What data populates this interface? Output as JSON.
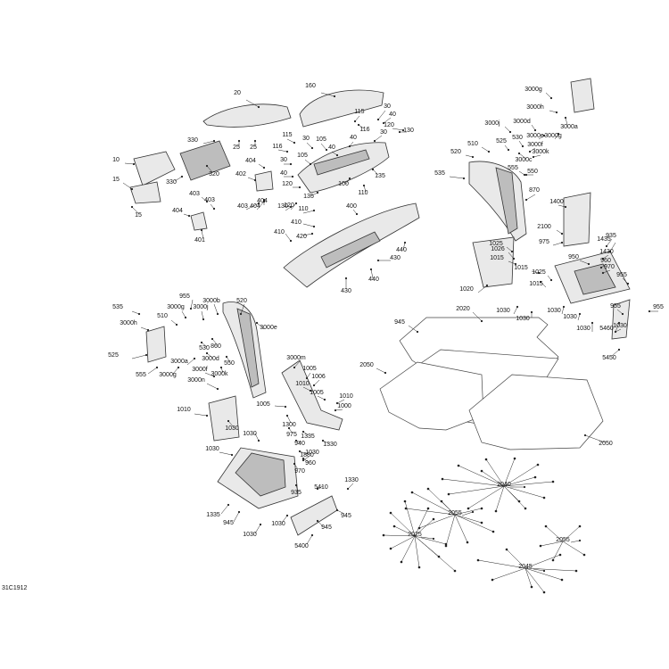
{
  "document_id": "31C1912",
  "labels": [
    {
      "t": "20"
    },
    {
      "t": "160"
    },
    {
      "t": "30"
    },
    {
      "t": "40"
    },
    {
      "t": "115"
    },
    {
      "t": "116"
    },
    {
      "t": "30"
    },
    {
      "t": "120"
    },
    {
      "t": "130"
    },
    {
      "t": "330"
    },
    {
      "t": "25"
    },
    {
      "t": "25"
    },
    {
      "t": "115"
    },
    {
      "t": "116"
    },
    {
      "t": "30"
    },
    {
      "t": "105"
    },
    {
      "t": "40"
    },
    {
      "t": "40"
    },
    {
      "t": "10"
    },
    {
      "t": "320"
    },
    {
      "t": "404"
    },
    {
      "t": "30"
    },
    {
      "t": "105"
    },
    {
      "t": "40"
    },
    {
      "t": "135"
    },
    {
      "t": "15"
    },
    {
      "t": "330"
    },
    {
      "t": "402"
    },
    {
      "t": "100"
    },
    {
      "t": "110"
    },
    {
      "t": "120"
    },
    {
      "t": "135"
    },
    {
      "t": "403"
    },
    {
      "t": "403"
    },
    {
      "t": "404"
    },
    {
      "t": "130"
    },
    {
      "t": "120"
    },
    {
      "t": "110"
    },
    {
      "t": "404"
    },
    {
      "t": "15"
    },
    {
      "t": "400"
    },
    {
      "t": "403"
    },
    {
      "t": "404"
    },
    {
      "t": "401"
    },
    {
      "t": "410"
    },
    {
      "t": "420"
    },
    {
      "t": "410"
    },
    {
      "t": "440"
    },
    {
      "t": "430"
    },
    {
      "t": "440"
    },
    {
      "t": "430"
    },
    {
      "t": "3000g"
    },
    {
      "t": "3000h"
    },
    {
      "t": "3000a"
    },
    {
      "t": "3000j"
    },
    {
      "t": "3000d"
    },
    {
      "t": "3000e"
    },
    {
      "t": "3000g"
    },
    {
      "t": "530"
    },
    {
      "t": "525"
    },
    {
      "t": "3000f"
    },
    {
      "t": "510"
    },
    {
      "t": "3000c"
    },
    {
      "t": "3000k"
    },
    {
      "t": "520"
    },
    {
      "t": "555"
    },
    {
      "t": "550"
    },
    {
      "t": "535"
    },
    {
      "t": "870"
    },
    {
      "t": "1400"
    },
    {
      "t": "2100"
    },
    {
      "t": "935"
    },
    {
      "t": "1435"
    },
    {
      "t": "975"
    },
    {
      "t": "1430"
    },
    {
      "t": "1025"
    },
    {
      "t": "1026"
    },
    {
      "t": "960"
    },
    {
      "t": "1015"
    },
    {
      "t": "950"
    },
    {
      "t": "970"
    },
    {
      "t": "1015"
    },
    {
      "t": "1025"
    },
    {
      "t": "955"
    },
    {
      "t": "1015"
    },
    {
      "t": "1020"
    },
    {
      "t": "1030"
    },
    {
      "t": "1030"
    },
    {
      "t": "955"
    },
    {
      "t": "1030"
    },
    {
      "t": "1030"
    },
    {
      "t": "955"
    },
    {
      "t": "1030"
    },
    {
      "t": "1030"
    },
    {
      "t": "5460"
    },
    {
      "t": "5450"
    },
    {
      "t": "955"
    },
    {
      "t": "3000b"
    },
    {
      "t": "520"
    },
    {
      "t": "535"
    },
    {
      "t": "3000g"
    },
    {
      "t": "3000j"
    },
    {
      "t": "510"
    },
    {
      "t": "3000h"
    },
    {
      "t": "3000e"
    },
    {
      "t": "860"
    },
    {
      "t": "530"
    },
    {
      "t": "525"
    },
    {
      "t": "3000a"
    },
    {
      "t": "3000d"
    },
    {
      "t": "550"
    },
    {
      "t": "555"
    },
    {
      "t": "3000g"
    },
    {
      "t": "3000f"
    },
    {
      "t": "3000k"
    },
    {
      "t": "3000n"
    },
    {
      "t": "3000m"
    },
    {
      "t": "1005"
    },
    {
      "t": "1006"
    },
    {
      "t": "1010"
    },
    {
      "t": "1005"
    },
    {
      "t": "1010"
    },
    {
      "t": "1005"
    },
    {
      "t": "1000"
    },
    {
      "t": "1010"
    },
    {
      "t": "1300"
    },
    {
      "t": "1030"
    },
    {
      "t": "975"
    },
    {
      "t": "1335"
    },
    {
      "t": "1030"
    },
    {
      "t": "940"
    },
    {
      "t": "1330"
    },
    {
      "t": "1030"
    },
    {
      "t": "1880"
    },
    {
      "t": "960"
    },
    {
      "t": "970"
    },
    {
      "t": "1330"
    },
    {
      "t": "5410"
    },
    {
      "t": "935"
    },
    {
      "t": "1335"
    },
    {
      "t": "1030"
    },
    {
      "t": "945"
    },
    {
      "t": "945"
    },
    {
      "t": "1030"
    },
    {
      "t": "945"
    },
    {
      "t": "5400"
    },
    {
      "t": "1030"
    },
    {
      "t": "945"
    },
    {
      "t": "2020"
    },
    {
      "t": "2050"
    },
    {
      "t": "2050"
    },
    {
      "t": "2040"
    },
    {
      "t": "2055"
    },
    {
      "t": "2025"
    },
    {
      "t": "2055"
    },
    {
      "t": "2045"
    },
    {
      "t": "2045"
    }
  ]
}
